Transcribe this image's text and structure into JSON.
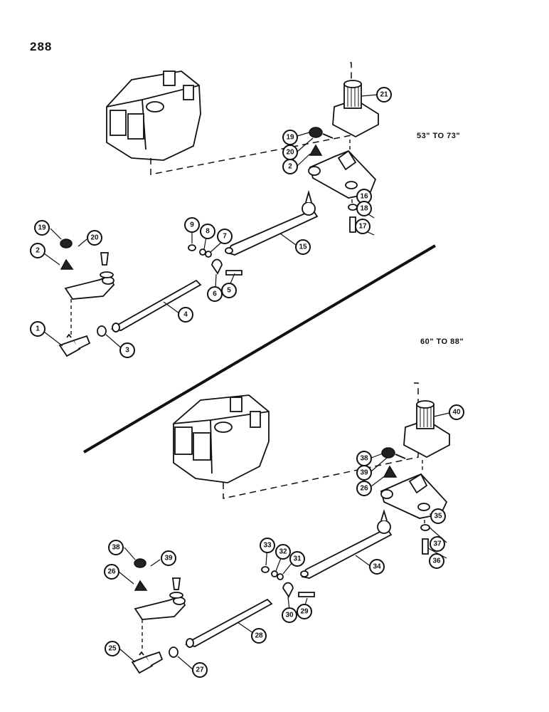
{
  "page_number": "288",
  "ranges": {
    "top": "53\" TO 73\"",
    "bottom": "60\" TO 88\""
  },
  "callouts_top": [
    "1",
    "2",
    "3",
    "4",
    "5",
    "6",
    "7",
    "8",
    "9",
    "15",
    "16",
    "17",
    "18",
    "2",
    "19",
    "20",
    "21",
    "19",
    "20"
  ],
  "callouts_bottom": [
    "25",
    "26",
    "27",
    "28",
    "29",
    "30",
    "31",
    "32",
    "33",
    "34",
    "35",
    "36",
    "37",
    "26",
    "38",
    "39",
    "40",
    "38",
    "39"
  ]
}
